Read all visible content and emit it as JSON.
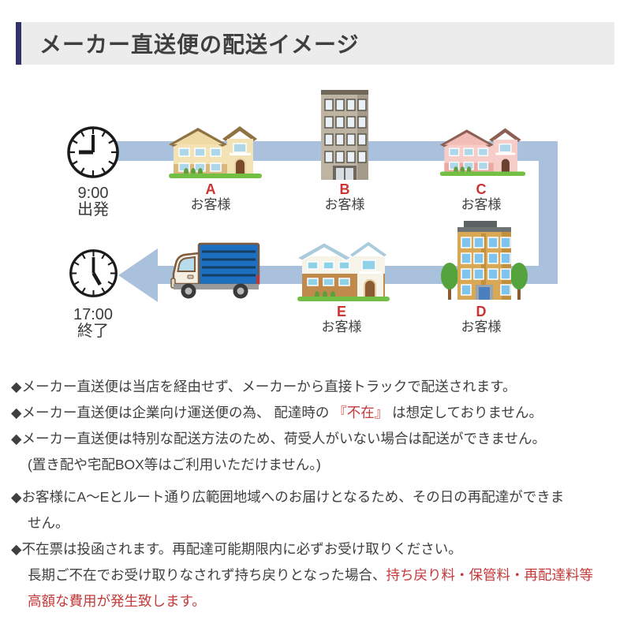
{
  "header": {
    "title": "メーカー直送便の配送イメージ",
    "accent_color": "#32336b",
    "bg_color": "#ececec"
  },
  "colors": {
    "route_band": "#a9c1dc",
    "stop_letter_red": "#cc3333",
    "note_red": "#c43a3a",
    "body_text": "#3f3f3f"
  },
  "route": {
    "start_clock": {
      "time": "9:00",
      "label": "出発"
    },
    "end_clock": {
      "time": "17:00",
      "label": "終了"
    }
  },
  "stops": [
    {
      "letter": "A",
      "name": "お客様",
      "building": "cream-house"
    },
    {
      "letter": "B",
      "name": "お客様",
      "building": "gray-office-building"
    },
    {
      "letter": "C",
      "name": "お客様",
      "building": "pink-house"
    },
    {
      "letter": "D",
      "name": "お客様",
      "building": "tan-office-building"
    },
    {
      "letter": "E",
      "name": "お客様",
      "building": "blue-roof-house"
    }
  ],
  "notes_bullet": "◆",
  "notes": [
    {
      "lines": [
        [
          {
            "t": "メーカー直送便は当店を経由せず、メーカーから直接トラックで配送されます。"
          }
        ]
      ]
    },
    {
      "lines": [
        [
          {
            "t": "メーカー直送便は企業向け運送便の為、 配達時の "
          },
          {
            "t": "『不在』",
            "c": "red"
          },
          {
            "t": " は想定しておりません。"
          }
        ]
      ]
    },
    {
      "lines": [
        [
          {
            "t": "メーカー直送便は特別な配送方法のため、荷受人がいない場合は配送ができません。"
          }
        ],
        [
          {
            "t": "(置き配や宅配BOX等はご利用いただけません。)"
          }
        ]
      ]
    },
    {
      "lines": [
        [
          {
            "t": "お客様にA〜Eとルート通り広範囲地域へのお届けとなるため、その日の再配達ができま"
          }
        ],
        [
          {
            "t": "せん。"
          }
        ]
      ]
    },
    {
      "lines": [
        [
          {
            "t": "不在票は投函されます。再配達可能期限内に必ずお受け取りください。"
          }
        ],
        [
          {
            "t": "長期ご不在でお受け取りなされず持ち戻りとなった場合、"
          },
          {
            "t": "持ち戻り料・保管料・再配達料等",
            "c": "red"
          }
        ],
        [
          {
            "t": "高額な費用が発生致します。",
            "c": "red"
          }
        ]
      ]
    }
  ]
}
